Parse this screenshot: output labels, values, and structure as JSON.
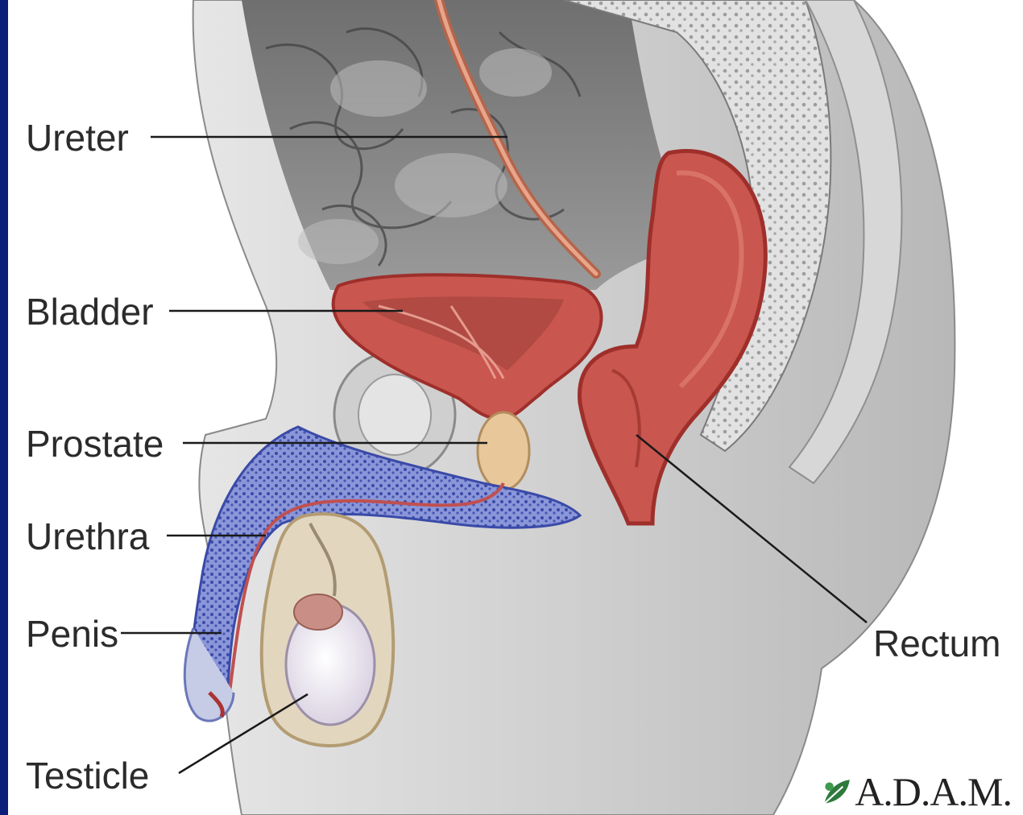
{
  "colors": {
    "frame_blue": "#0b1f7a",
    "tissue_red": "#c9564f",
    "tissue_red_dark": "#9e2f2b",
    "erectile_blue": "#5d6fc7",
    "prostate_beige": "#e8c89a",
    "skin_gray": "#c9c9c9",
    "leader_line": "#1a1a1a"
  },
  "labels": {
    "ureter": "Ureter",
    "bladder": "Bladder",
    "prostate": "Prostate",
    "urethra": "Urethra",
    "penis": "Penis",
    "testicle": "Testicle",
    "rectum": "Rectum"
  },
  "logo": {
    "text": "A.D.A.M.",
    "icon": "leaf-icon"
  }
}
